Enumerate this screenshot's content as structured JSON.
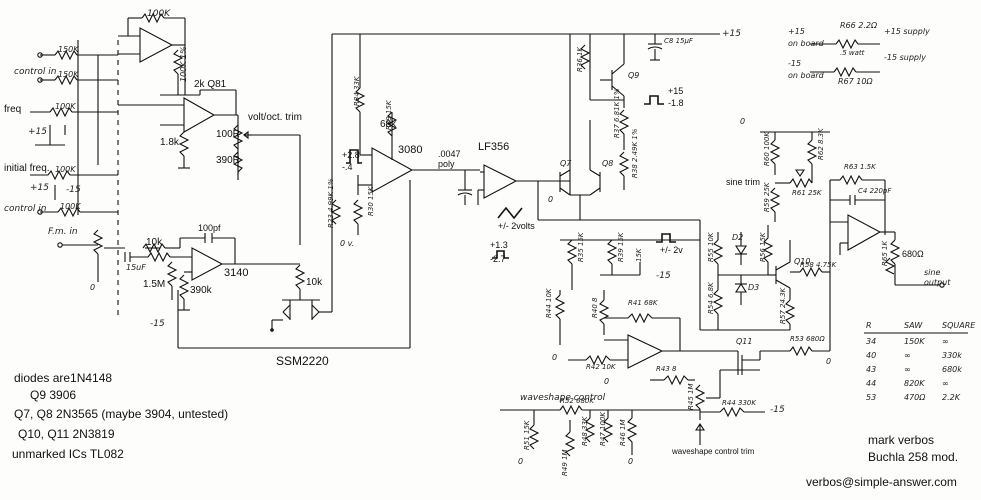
{
  "top_rail": "+15",
  "supply": {
    "pos_rail": "+15",
    "neg_rail": "-15",
    "on_board": "on\nboard",
    "on_board_pos": "on board",
    "on_board_neg": "on board",
    "r66": "R66 2.2Ω",
    "r66_watt": ".5 watt",
    "r67": "R67 10Ω",
    "pos_label": "+15 supply",
    "neg_label": "-15 supply"
  },
  "labels": {
    "r_100k_top": "100K",
    "r_150k_a": "150K",
    "control_in_a": "control in",
    "r_150k_b": "150K",
    "r_100k_fb": "100K 1%",
    "q81": "2k Q81",
    "freq": "freq",
    "r_100k_freq": "100K",
    "plus15_a": "+15",
    "r_1_8k": "1.8k",
    "volt_oct_trim": "volt/oct. trim",
    "r_100r": "100R",
    "r_390r": "390R",
    "initial_freq": "initial freq.",
    "r_100k_init": "100K",
    "plus15_b": "+15",
    "minus15_b": "-15",
    "control_in_b": "control in",
    "r_100k_ctrl": "100K",
    "fm_in": "F.m. in",
    "r_10k": "10k",
    "c_100pf": "100pf",
    "c_15uf": "15uF",
    "r_1_5m": "1.5M",
    "ic_3140": "3140",
    "r_390k": "390k",
    "r_10k_b": "10k",
    "minus15_c": "-15",
    "ssm2220": "SSM2220",
    "pulse_in": "+2.8\n-.4",
    "r34": "R34 33K",
    "r39": "R39 15K",
    "r_68k": "68k",
    "ic_3080": "3080",
    "c_0047": ".0047\npoly",
    "lf356": "LF356",
    "r23": "R23 4.99K 1%",
    "r30": "R30 15K",
    "tri_2v": "+/- 2volts",
    "zero_v": "0 v.",
    "r36": "R36 1K",
    "r37": "R37 6.81K 1%",
    "r38": "R38 2.49K 1%",
    "q7": "Q7",
    "q8": "Q8",
    "q9": "Q9",
    "c8": "C8 15µF",
    "plus15_pulse": "+15\n-1.8",
    "sq_2v": "+/- 2v",
    "plus1_3": "+1.3\n-2.7",
    "r35": "R35 15K",
    "r39b": "R39 15K",
    "r_15k_c": "15K",
    "r44": "R44 10K",
    "r40": "R40 8",
    "r41": "R41 68K",
    "r42": "R42 10K",
    "r43": "R43 8",
    "q11": "Q11",
    "r53": "R53 680Ω",
    "waveshape_control": "waveshape control",
    "r52": "R52 680K",
    "r51": "R51 15K",
    "r49": "R49 1M",
    "r48": "R48 33K",
    "r47": "R47 100K",
    "r46": "R46 1M",
    "r45": "R45 1M",
    "r44b": "R44 330K",
    "waveshape_trim": "waveshape control trim",
    "r60": "R60 100K",
    "r62": "R62 8.3K",
    "r59": "R59 25K",
    "r61": "R61 25K",
    "sine_trim": "sine trim",
    "r63": "R63 1.5K",
    "c4": "C4 220pF",
    "r_680": "680Ω",
    "r65": "R65 1K",
    "sine_out": "sine\noutput",
    "r56": "R56 15K",
    "r55": "R55 10K",
    "r57": "R57 24.3K",
    "r58": "R58 4.75K",
    "d2": "D2",
    "d3": "D3",
    "q10": "Q10",
    "r54": "R54 6.8K",
    "minus15_d": "-15",
    "minus15_e": "-15",
    "zero_a": "0",
    "zero_b": "0",
    "zero_c": "0",
    "zero_d": "0",
    "zero_e": "0",
    "zero_f": "0",
    "zero_g": "0",
    "zero_h": "0"
  },
  "table": {
    "headers": [
      "R",
      "SAW",
      "SQUARE"
    ],
    "rows": [
      [
        "34",
        "150K",
        "∞"
      ],
      [
        "40",
        "∞",
        "330k"
      ],
      [
        "43",
        "∞",
        "680k"
      ],
      [
        "44",
        "820K",
        "∞"
      ],
      [
        "53",
        "470Ω",
        "2.2K"
      ]
    ]
  },
  "notes": {
    "diodes": "diodes are1N4148",
    "q9": "Q9 3906",
    "q7_q8": "Q7, Q8 2N3565 (maybe 3904, untested)",
    "q10_q11": "Q10, Q11 2N3819",
    "ics": "unmarked ICs TL082"
  },
  "credit": {
    "author": "mark verbos",
    "title": "Buchla 258 mod.",
    "email": "verbos@simple-answer.com"
  }
}
